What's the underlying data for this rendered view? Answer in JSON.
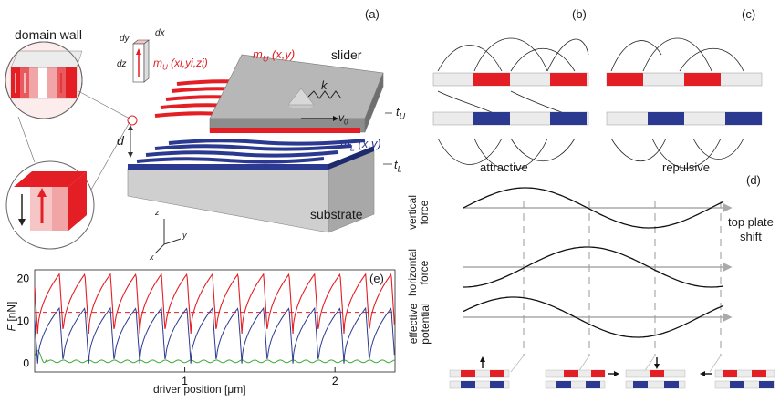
{
  "panel_a": {
    "tag": "(a)",
    "domain_wall": "domain wall",
    "cell_dy": "dy",
    "cell_dx": "dx",
    "cell_dz": "dz",
    "cell_m_label": "m",
    "cell_m_sub": "U",
    "cell_m_args": "(x",
    "cell_m_args_full": "(xi,yi,zi)",
    "mU_label": "m",
    "mU_sub": "U",
    "mU_args": "(x,y)",
    "mL_label": "m",
    "mL_sub": "L",
    "mL_args": "(x,y)",
    "slider": "slider",
    "k": "k",
    "v0": "v",
    "v0_sub": "0",
    "tU": "t",
    "tU_sub": "U",
    "tL": "t",
    "tL_sub": "L",
    "d": "d",
    "substrate": "substrate",
    "axis_z": "z",
    "axis_y": "y",
    "axis_x": "x"
  },
  "panel_b": {
    "tag": "(b)",
    "caption": "attractive"
  },
  "panel_c": {
    "tag": "(c)",
    "caption": "repulsive"
  },
  "panel_d": {
    "tag": "(d)",
    "row1": [
      "vertical",
      "force"
    ],
    "row2": [
      "horizontal",
      "force"
    ],
    "row3": [
      "effective",
      "potential"
    ],
    "shift_label": [
      "top plate",
      "shift"
    ]
  },
  "panel_e": {
    "tag": "(e)",
    "ylabel_main": "F",
    "ylabel_unit": " [nN]",
    "xlabel": "driver position [μm]"
  },
  "colors": {
    "red": "#e31e24",
    "blue": "#2b3990",
    "green": "#39a935",
    "gray": "#9a9a9a"
  },
  "chart_data": {
    "type": "line",
    "xlabel": "driver position [μm]",
    "ylabel": "F [nN]",
    "xlim": [
      0,
      2.4
    ],
    "ylim": [
      -2,
      22
    ],
    "x_ticks": [
      1,
      2
    ],
    "y_ticks": [
      0,
      10,
      20
    ],
    "dashed_reference": 12,
    "period": 0.17,
    "series": [
      {
        "color": "red",
        "peak": 21,
        "trough": 7,
        "style": "sawtooth"
      },
      {
        "color": "blue",
        "peak": 13,
        "trough": 0,
        "style": "sawtooth"
      },
      {
        "color": "green",
        "peak": 3,
        "trough": 0.2,
        "style": "ripple"
      }
    ]
  }
}
